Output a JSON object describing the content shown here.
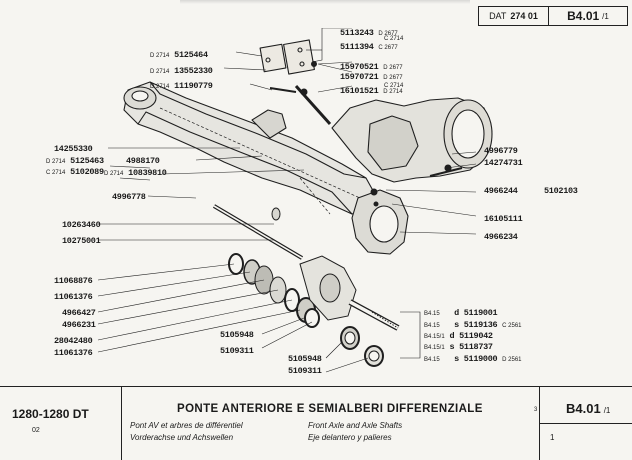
{
  "header": {
    "dat_label": "DAT",
    "dat_value": "274 01",
    "ref": "B4.01",
    "ref_sub": "/1"
  },
  "parts": [
    {
      "id": "p5113243",
      "num": "5113243",
      "code": "D 2677",
      "code2": "C 2714"
    },
    {
      "id": "p5111394",
      "num": "5111394",
      "code": "C 2677"
    },
    {
      "id": "p5125464",
      "num": "5125464",
      "pre": "D 2714"
    },
    {
      "id": "p13552330",
      "num": "13552330",
      "pre": "D 2714"
    },
    {
      "id": "p11190779",
      "num": "11190779",
      "pre": "D 2714"
    },
    {
      "id": "p15970521",
      "num": "15970521",
      "code": "D 2677"
    },
    {
      "id": "p15970721",
      "num": "15970721",
      "code": "D 2677",
      "code2": "C 2714"
    },
    {
      "id": "p16101521",
      "num": "16101521",
      "code": "D 2714"
    },
    {
      "id": "p14255330",
      "num": "14255330"
    },
    {
      "id": "p5125463",
      "num": "5125463",
      "pre": "D 2714"
    },
    {
      "id": "p5102089",
      "num": "5102089",
      "pre": "C 2714"
    },
    {
      "id": "p4988170",
      "num": "4988170"
    },
    {
      "id": "p10839810",
      "num": "10839810",
      "pre": "D 2714"
    },
    {
      "id": "p4996778",
      "num": "4996778"
    },
    {
      "id": "p4996779",
      "num": "4996779"
    },
    {
      "id": "p14274731",
      "num": "14274731"
    },
    {
      "id": "p4966244",
      "num": "4966244"
    },
    {
      "id": "p5102103",
      "num": "5102103"
    },
    {
      "id": "p16105111",
      "num": "16105111"
    },
    {
      "id": "p4966234",
      "num": "4966234"
    },
    {
      "id": "p10263460",
      "num": "10263460"
    },
    {
      "id": "p10275001",
      "num": "10275001"
    },
    {
      "id": "p11068876",
      "num": "11068876"
    },
    {
      "id": "p11061376a",
      "num": "11061376"
    },
    {
      "id": "p4966427",
      "num": "4966427"
    },
    {
      "id": "p4966231",
      "num": "4966231"
    },
    {
      "id": "p28042480",
      "num": "28042480"
    },
    {
      "id": "p11061376b",
      "num": "11061376"
    },
    {
      "id": "p5105948a",
      "num": "5105948"
    },
    {
      "id": "p5109311a",
      "num": "5109311"
    },
    {
      "id": "p5105948b",
      "num": "5105948"
    },
    {
      "id": "p5109311b",
      "num": "5109311"
    }
  ],
  "variants": [
    {
      "model": "B4.15",
      "t": "d",
      "num": "5119001",
      "code": ""
    },
    {
      "model": "B4.15",
      "t": "s",
      "num": "5119136",
      "code": "C 2561"
    },
    {
      "model": "B4.15/1",
      "t": "d",
      "num": "5119042",
      "code": ""
    },
    {
      "model": "B4.15/1",
      "t": "s",
      "num": "5118737",
      "code": ""
    },
    {
      "model": "B4.15",
      "t": "s",
      "num": "5119000",
      "code": "D 2561"
    }
  ],
  "footer": {
    "model": "1280-1280 DT",
    "model_sub": "02",
    "title": "PONTE ANTERIORE E SEMIALBERI DIFFERENZIALE",
    "fr": "Pont AV et arbres de différentiel",
    "de": "Vorderachse und Achswellen",
    "en": "Front Axle and Axle Shafts",
    "es": "Eje delantero y palieres",
    "ref": "B4.01",
    "ref_sub": "/1",
    "page": "1",
    "tick": "3"
  }
}
